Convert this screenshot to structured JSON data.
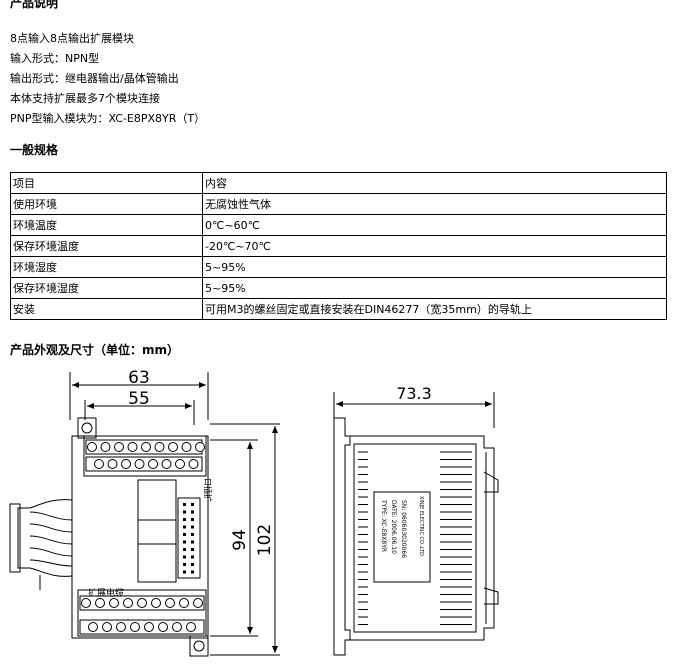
{
  "sections": {
    "product_title": "产品说明",
    "general_title": "一般规格",
    "dimension_title": "产品外观及尺寸（单位：mm）"
  },
  "description": [
    "8点输入8点输出扩展模块",
    "输入形式：NPN型",
    "输出形式：继电器输出/晶体管输出",
    "本体支持扩展最多7个模块连接",
    "PNP型输入模块为：XC-E8PX8YR（T）"
  ],
  "spec_table": {
    "headers": [
      "项目",
      "内容"
    ],
    "rows": [
      [
        "使用环境",
        "无腐蚀性气体"
      ],
      [
        "环境温度",
        "0℃~60℃"
      ],
      [
        "保存环境温度",
        "-20℃~70℃"
      ],
      [
        "环境湿度",
        "5~95%"
      ],
      [
        "保存环境湿度",
        "5~95%"
      ],
      [
        "安装",
        "可用M3的螺丝固定或直接安装在DIN46277（宽35mm）的导轨上"
      ]
    ]
  },
  "drawing": {
    "dim_width": "63",
    "dim_inner_width": "55",
    "dim_inner_height": "94",
    "dim_height": "102",
    "dim_depth": "73.3",
    "cable_label": "扩展电缆",
    "port_label": "口插扩",
    "nameplate": [
      "TYPE: XC-E8X8YR",
      "DATE: 2006.06.10",
      "SN: 060603020066",
      "XINJE ELECTRIC CO.,LTD"
    ]
  }
}
